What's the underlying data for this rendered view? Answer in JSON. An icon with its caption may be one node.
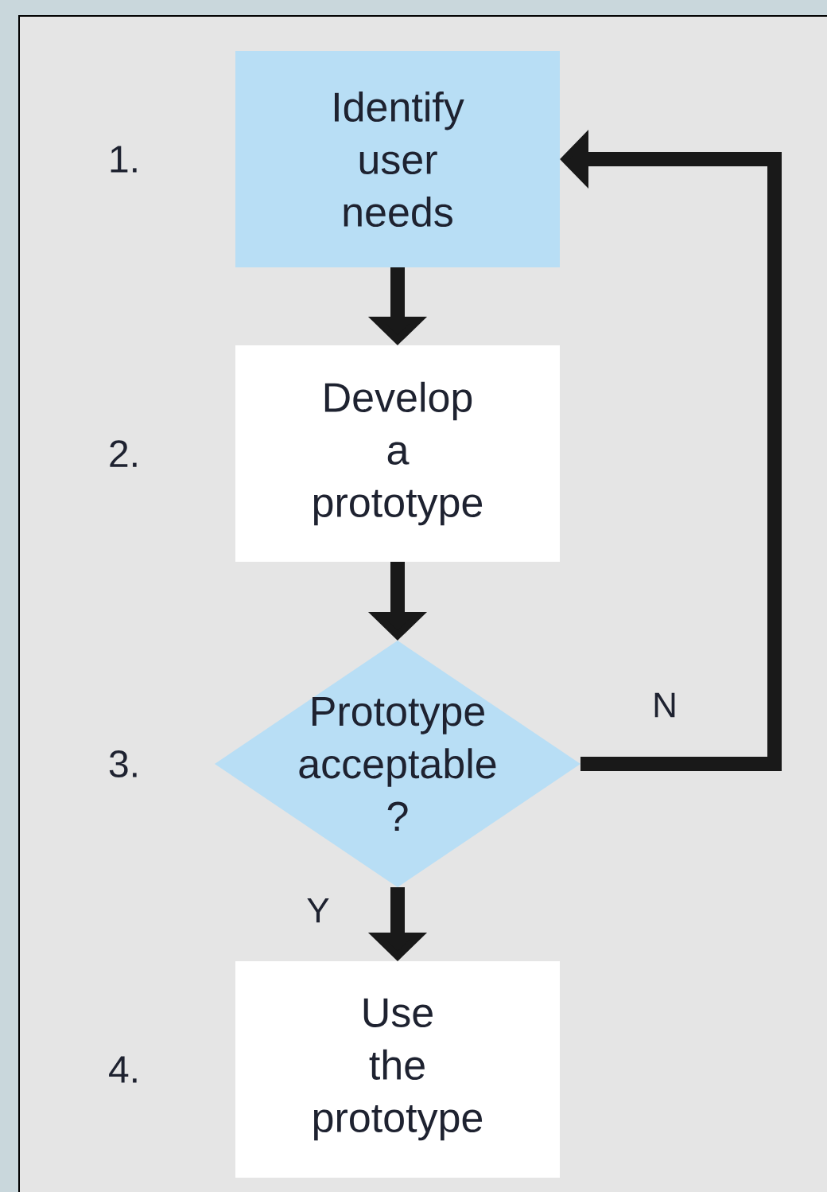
{
  "diagram": {
    "nodes": [
      {
        "text": [
          "Identify user needs"
        ],
        "beside": [
          "1."
        ]
      },
      {
        "text": [
          "Develop a prototype"
        ],
        "beside": [
          "2."
        ]
      },
      {
        "text": [
          "Prototype acceptable ?"
        ],
        "beside": [
          "3."
        ]
      },
      {
        "text": [
          "Use the prototype"
        ],
        "beside": [
          "4."
        ]
      }
    ],
    "edges": [
      {
        "from": 0,
        "to": 1,
        "arrow": "to"
      },
      {
        "from": 1,
        "to": 2,
        "arrow": "to"
      },
      {
        "from": 2,
        "to": 3,
        "arrow": "to",
        "label": "Y"
      },
      {
        "from": 2,
        "to": 0,
        "arrow": "to",
        "label": "N"
      }
    ]
  }
}
